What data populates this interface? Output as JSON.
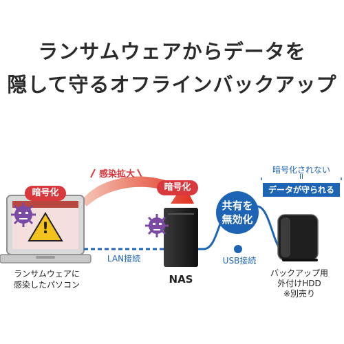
{
  "title_line1": "ランサムウェアからデータを",
  "title_line2": "隠して守るオフラインバックアップ",
  "spread_label": "感染拡大",
  "encrypt_tag_pc": "暗号化",
  "encrypt_tag_nas": "暗号化",
  "pc_caption_line1": "ランサムウェアに",
  "pc_caption_line2": "感染したパソコン",
  "nas_label": "NAS",
  "lan_label": "LAN接続",
  "usb_label": "USB接続",
  "share_disable_line1": "共有を",
  "share_disable_line2": "無効化",
  "not_encrypted": "暗号化されない",
  "equals_mark": "II",
  "data_protected": "データが守られる",
  "hdd_caption_line1": "バックアップ用",
  "hdd_caption_line2": "外付けHDD",
  "hdd_caption_line3": "※別売り",
  "warning_mark": "!",
  "colors": {
    "red": "#d9383c",
    "blue": "#1e64b4",
    "virus": "#7b4aa6"
  }
}
